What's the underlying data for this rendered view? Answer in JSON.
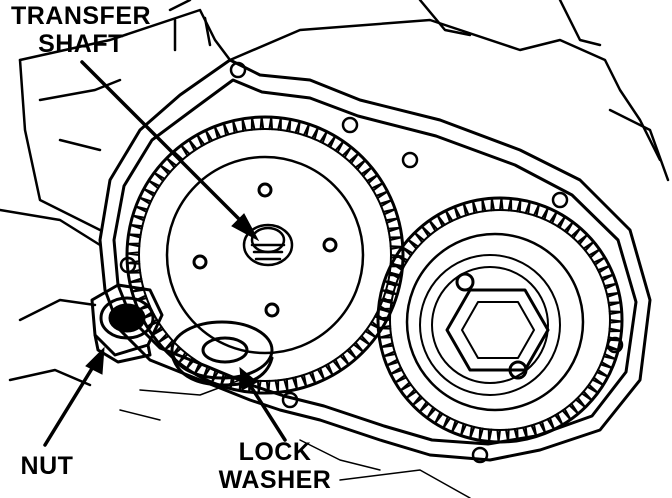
{
  "labels": {
    "transfer_shaft": {
      "line1": "TRANSFER",
      "line2": "SHAFT"
    },
    "nut": {
      "line1": "NUT"
    },
    "lock_washer": {
      "line1": "LOCK",
      "line2": "WASHER"
    }
  },
  "colors": {
    "ink": "#000000",
    "paper": "#ffffff"
  }
}
